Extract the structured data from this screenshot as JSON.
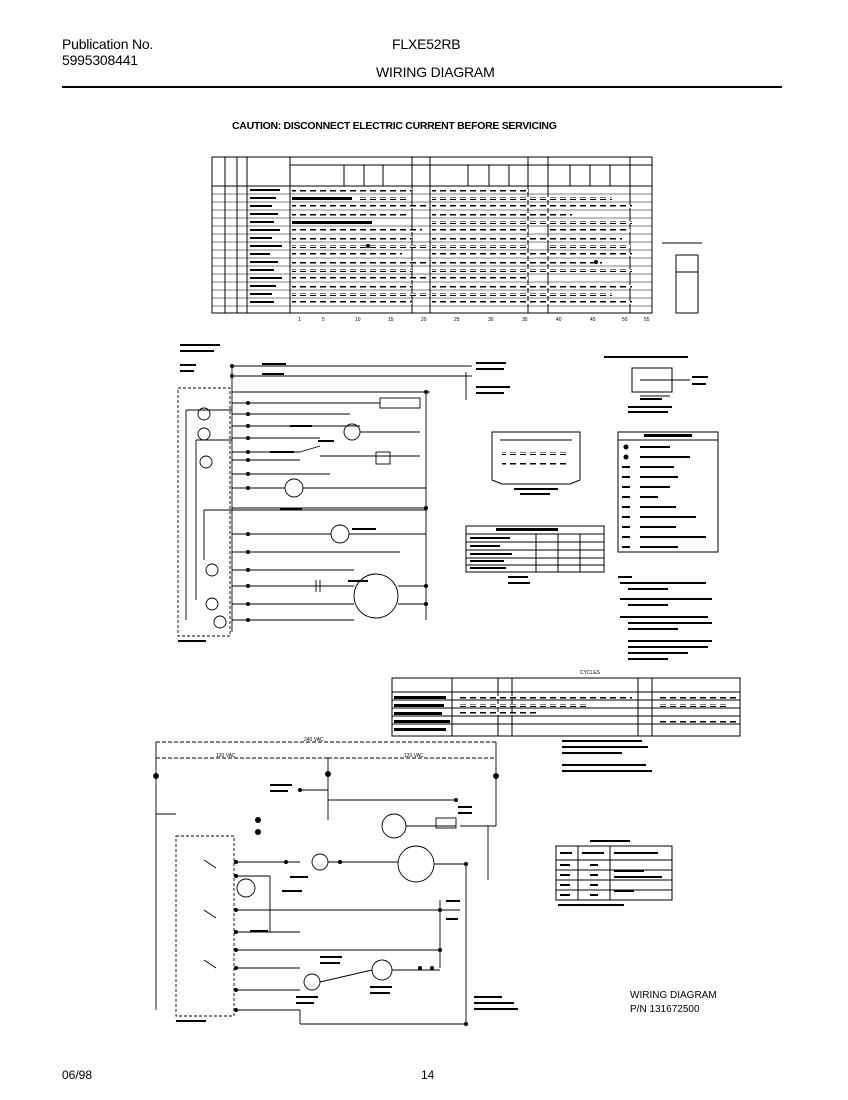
{
  "header": {
    "publication_label": "Publication No.",
    "publication_number": "5995308441",
    "model": "FLXE52RB",
    "section_title": "WIRING DIAGRAM"
  },
  "caution": "CAUTION: DISCONNECT ELECTRIC CURRENT BEFORE SERVICING",
  "timer_chart": {
    "axis_numbers": [
      "1",
      "5",
      "10",
      "15",
      "20",
      "25",
      "30",
      "35",
      "40",
      "45",
      "50",
      "55"
    ]
  },
  "section_labels": {
    "cycles": "CYCLES",
    "washer_volts": "240 VAC",
    "left_volts": "120 VAC",
    "right_volts": "120 VAC"
  },
  "wiring_diagram_label": {
    "title": "WIRING DIAGRAM",
    "part_number": "P/N 131672500"
  },
  "footer": {
    "date": "06/98",
    "page": "14"
  }
}
